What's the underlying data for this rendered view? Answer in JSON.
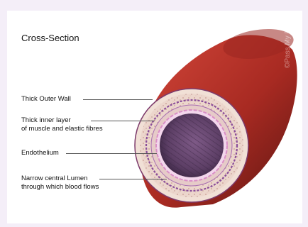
{
  "title": "Cross-Section",
  "labels": {
    "outer_wall": "Thick Outer Wall",
    "inner_layer_line1": "Thick inner layer",
    "inner_layer_line2": "of muscle and elastic fibres",
    "endothelium": "Endothelium",
    "lumen_line1": "Narrow central Lumen",
    "lumen_line2": "through which blood flows"
  },
  "watermark": "©Pass My Exams",
  "colors": {
    "outer_wall": "#a82a22",
    "muscle_layer": "#e9d3c9",
    "lumen": "#5d3f66",
    "endothelium": "#d98ec6"
  }
}
